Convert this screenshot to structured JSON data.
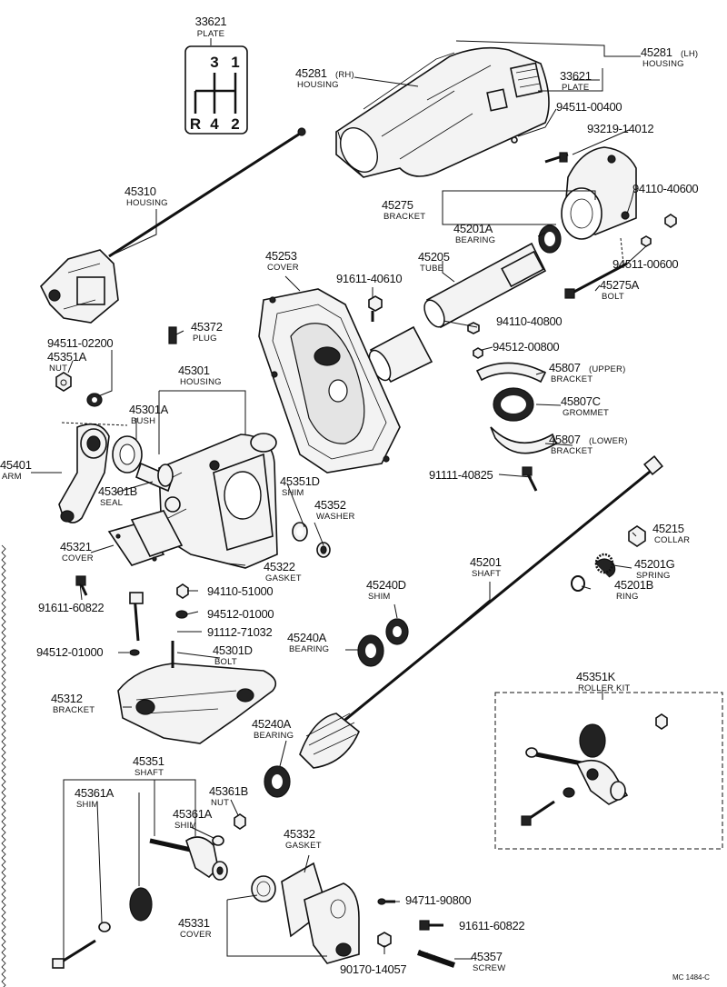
{
  "shift_plate": {
    "part_no": "33621",
    "name": "PLATE",
    "gates": [
      "3",
      "1",
      "R",
      "4",
      "2"
    ]
  },
  "callouts": [
    {
      "id": "c45281lh",
      "part_no": "45281",
      "name": "HOUSING",
      "qualifier": "(LH)"
    },
    {
      "id": "c45281rh",
      "part_no": "45281",
      "name": "HOUSING",
      "qualifier": "(RH)"
    },
    {
      "id": "c33621b",
      "part_no": "33621",
      "name": "PLATE",
      "qualifier": ""
    },
    {
      "id": "c9451100400",
      "part_no": "94511-00400",
      "name": "",
      "qualifier": ""
    },
    {
      "id": "c9321914012",
      "part_no": "93219-14012",
      "name": "",
      "qualifier": ""
    },
    {
      "id": "c45275",
      "part_no": "45275",
      "name": "BRACKET",
      "qualifier": ""
    },
    {
      "id": "c9411040600",
      "part_no": "94110-40600",
      "name": "",
      "qualifier": ""
    },
    {
      "id": "c45201a",
      "part_no": "45201A",
      "name": "BEARING",
      "qualifier": ""
    },
    {
      "id": "c9451100600",
      "part_no": "94511-00600",
      "name": "",
      "qualifier": ""
    },
    {
      "id": "c45205",
      "part_no": "45205",
      "name": "TUBE",
      "qualifier": ""
    },
    {
      "id": "c45275a",
      "part_no": "45275A",
      "name": "BOLT",
      "qualifier": ""
    },
    {
      "id": "c45310",
      "part_no": "45310",
      "name": "HOUSING",
      "qualifier": ""
    },
    {
      "id": "c45253",
      "part_no": "45253",
      "name": "COVER",
      "qualifier": ""
    },
    {
      "id": "c9161140610",
      "part_no": "91611-40610",
      "name": "",
      "qualifier": ""
    },
    {
      "id": "c9411040800",
      "part_no": "94110-40800",
      "name": "",
      "qualifier": ""
    },
    {
      "id": "c45372",
      "part_no": "45372",
      "name": "PLUG",
      "qualifier": ""
    },
    {
      "id": "c9451102200",
      "part_no": "94511-02200",
      "name": "",
      "qualifier": ""
    },
    {
      "id": "c45351a",
      "part_no": "45351A",
      "name": "NUT",
      "qualifier": ""
    },
    {
      "id": "c9451200800",
      "part_no": "94512-00800",
      "name": "",
      "qualifier": ""
    },
    {
      "id": "c45807u",
      "part_no": "45807",
      "name": "BRACKET",
      "qualifier": "(UPPER)"
    },
    {
      "id": "c45807c",
      "part_no": "45807C",
      "name": "GROMMET",
      "qualifier": ""
    },
    {
      "id": "c45807l",
      "part_no": "45807",
      "name": "BRACKET",
      "qualifier": "(LOWER)"
    },
    {
      "id": "c45301",
      "part_no": "45301",
      "name": "HOUSING",
      "qualifier": ""
    },
    {
      "id": "c45301a",
      "part_no": "45301A",
      "name": "BUSH",
      "qualifier": ""
    },
    {
      "id": "c45401",
      "part_no": "45401",
      "name": "ARM",
      "qualifier": ""
    },
    {
      "id": "c45301b",
      "part_no": "45301B",
      "name": "SEAL",
      "qualifier": ""
    },
    {
      "id": "c9111140825",
      "part_no": "91111-40825",
      "name": "",
      "qualifier": ""
    },
    {
      "id": "c45351d",
      "part_no": "45351D",
      "name": "SHIM",
      "qualifier": ""
    },
    {
      "id": "c45352",
      "part_no": "45352",
      "name": "WASHER",
      "qualifier": ""
    },
    {
      "id": "c45215",
      "part_no": "45215",
      "name": "COLLAR",
      "qualifier": ""
    },
    {
      "id": "c45201",
      "part_no": "45201",
      "name": "SHAFT",
      "qualifier": ""
    },
    {
      "id": "c45201g",
      "part_no": "45201G",
      "name": "SPRING",
      "qualifier": ""
    },
    {
      "id": "c45201b",
      "part_no": "45201B",
      "name": "RING",
      "qualifier": ""
    },
    {
      "id": "c45321",
      "part_no": "45321",
      "name": "COVER",
      "qualifier": ""
    },
    {
      "id": "c45322",
      "part_no": "45322",
      "name": "GASKET",
      "qualifier": ""
    },
    {
      "id": "c9161160822a",
      "part_no": "91611-60822",
      "name": "",
      "qualifier": ""
    },
    {
      "id": "c9411051000",
      "part_no": "94110-51000",
      "name": "",
      "qualifier": ""
    },
    {
      "id": "c9451201000a",
      "part_no": "94512-01000",
      "name": "",
      "qualifier": ""
    },
    {
      "id": "c45240d",
      "part_no": "45240D",
      "name": "SHIM",
      "qualifier": ""
    },
    {
      "id": "c9111271032",
      "part_no": "91112-71032",
      "name": "",
      "qualifier": ""
    },
    {
      "id": "c45240a",
      "part_no": "45240A",
      "name": "BEARING",
      "qualifier": ""
    },
    {
      "id": "c9451201000b",
      "part_no": "94512-01000",
      "name": "",
      "qualifier": ""
    },
    {
      "id": "c45301d",
      "part_no": "45301D",
      "name": "BOLT",
      "qualifier": ""
    },
    {
      "id": "c45351k",
      "part_no": "45351K",
      "name": "ROLLER KIT",
      "qualifier": ""
    },
    {
      "id": "c45312",
      "part_no": "45312",
      "name": "BRACKET",
      "qualifier": ""
    },
    {
      "id": "c45240ab",
      "part_no": "45240A",
      "name": "BEARING",
      "qualifier": ""
    },
    {
      "id": "c45351",
      "part_no": "45351",
      "name": "SHAFT",
      "qualifier": ""
    },
    {
      "id": "c45361a",
      "part_no": "45361A",
      "name": "SHIM",
      "qualifier": ""
    },
    {
      "id": "c45361b",
      "part_no": "45361B",
      "name": "NUT",
      "qualifier": ""
    },
    {
      "id": "c45361ab",
      "part_no": "45361A",
      "name": "SHIM",
      "qualifier": ""
    },
    {
      "id": "c45332",
      "part_no": "45332",
      "name": "GASKET",
      "qualifier": ""
    },
    {
      "id": "c9471190800",
      "part_no": "94711-90800",
      "name": "",
      "qualifier": ""
    },
    {
      "id": "c45331",
      "part_no": "45331",
      "name": "COVER",
      "qualifier": ""
    },
    {
      "id": "c9161160822b",
      "part_no": "91611-60822",
      "name": "",
      "qualifier": ""
    },
    {
      "id": "c45357",
      "part_no": "45357",
      "name": "SCREW",
      "qualifier": ""
    },
    {
      "id": "c9017014057",
      "part_no": "90170-14057",
      "name": "",
      "qualifier": ""
    }
  ],
  "footer_code": "MC 1484-C"
}
